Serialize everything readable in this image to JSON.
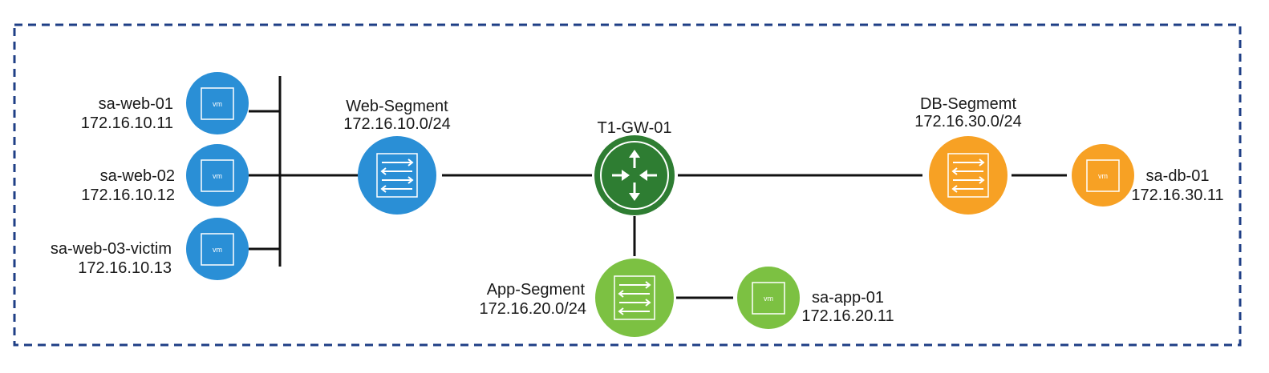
{
  "colors": {
    "frame": "#1f3f86",
    "link": "#111111",
    "web": "#2a8fd6",
    "router": "#2e7d32",
    "app": "#7cc142",
    "db": "#f7a124"
  },
  "icons": {
    "vm": "vm-icon",
    "segment": "segment-switch-icon",
    "router": "router-arrows-icon"
  },
  "vm_badge": "vm",
  "web_vms": [
    {
      "name": "sa-web-01",
      "ip": "172.16.10.11"
    },
    {
      "name": "sa-web-02",
      "ip": "172.16.10.12"
    },
    {
      "name": "sa-web-03-victim",
      "ip": "172.16.10.13"
    }
  ],
  "web_segment": {
    "name": "Web-Segment",
    "cidr": "172.16.10.0/24"
  },
  "router": {
    "name": "T1-GW-01"
  },
  "db_segment": {
    "name": "DB-Segmemt",
    "cidr": "172.16.30.0/24"
  },
  "db_vm": {
    "name": "sa-db-01",
    "ip": "172.16.30.11"
  },
  "app_segment": {
    "name": "App-Segment",
    "cidr": "172.16.20.0/24"
  },
  "app_vm": {
    "name": "sa-app-01",
    "ip": "172.16.20.11"
  }
}
